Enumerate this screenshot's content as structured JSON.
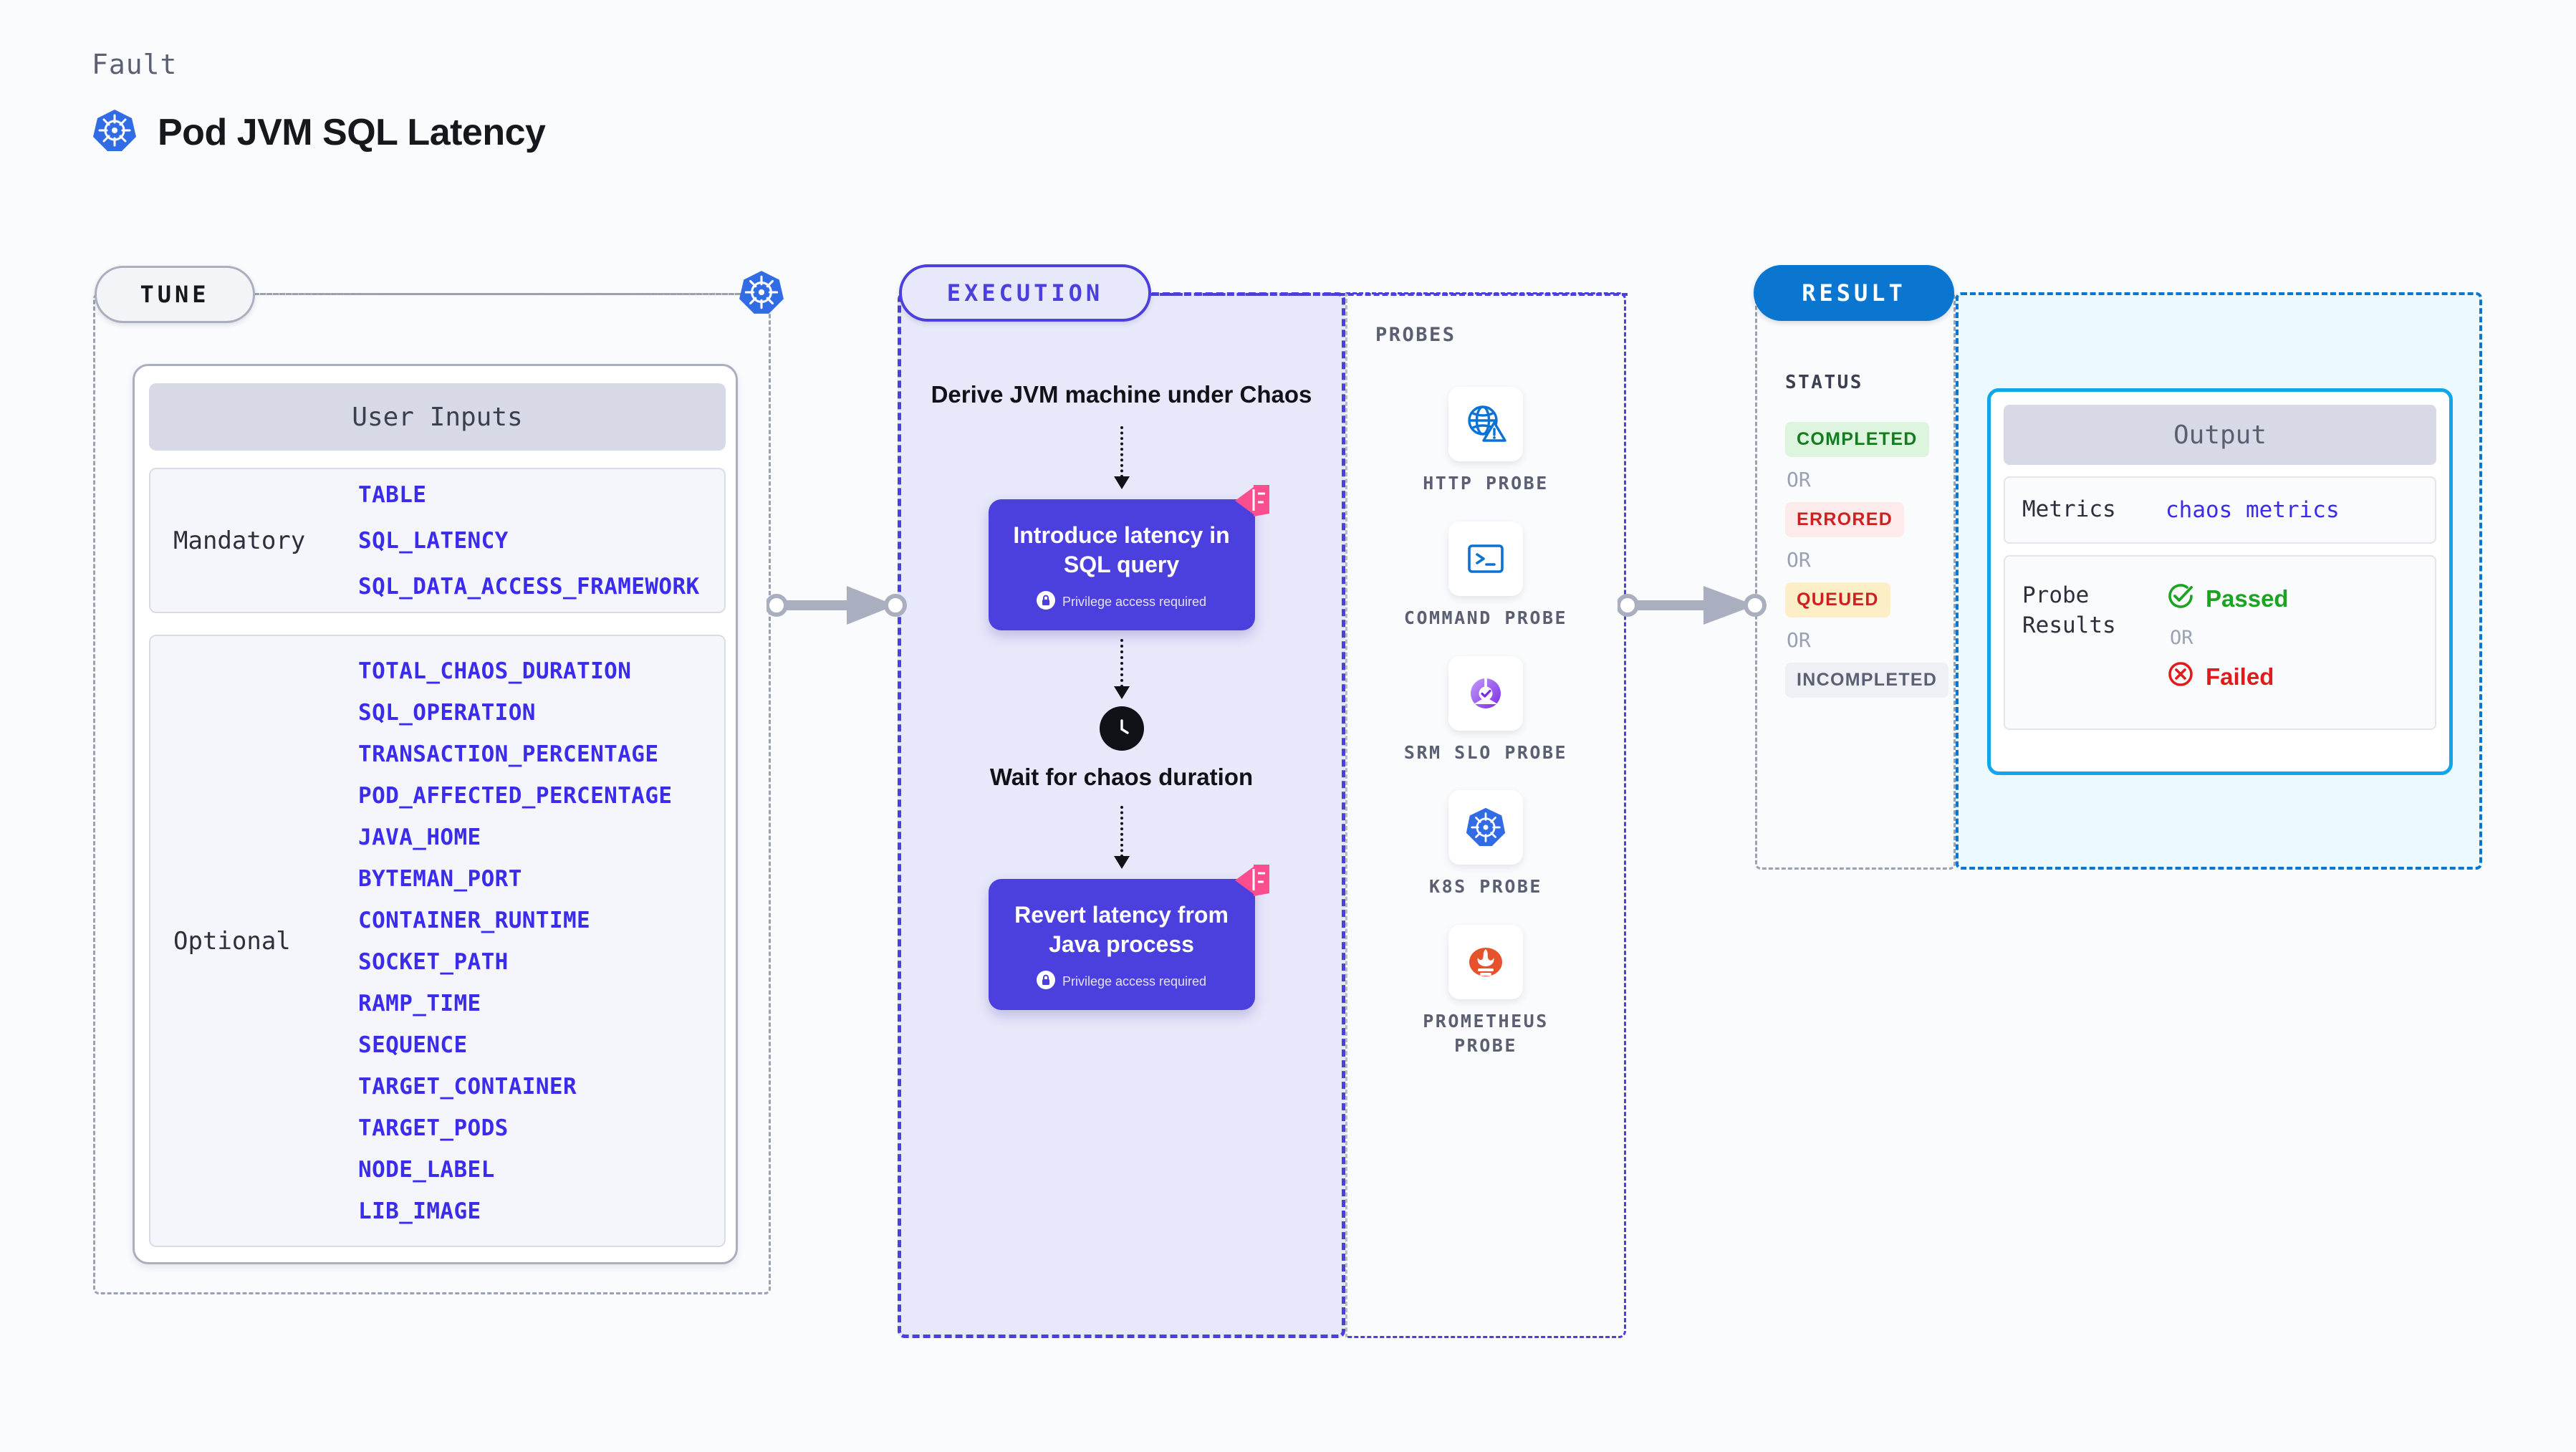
{
  "header": {
    "eyebrow": "Fault",
    "title": "Pod JVM SQL Latency",
    "icon": "kubernetes-icon"
  },
  "tune": {
    "badge": "TUNE",
    "card_title": "User Inputs",
    "groups": [
      {
        "label": "Mandatory",
        "params": [
          "TABLE",
          "SQL_LATENCY",
          "SQL_DATA_ACCESS_FRAMEWORK"
        ]
      },
      {
        "label": "Optional",
        "params": [
          "TOTAL_CHAOS_DURATION",
          "SQL_OPERATION",
          "TRANSACTION_PERCENTAGE",
          "POD_AFFECTED_PERCENTAGE",
          "JAVA_HOME",
          "BYTEMAN_PORT",
          "CONTAINER_RUNTIME",
          "SOCKET_PATH",
          "RAMP_TIME",
          "SEQUENCE",
          "TARGET_CONTAINER",
          "TARGET_PODS",
          "NODE_LABEL",
          "LIB_IMAGE"
        ]
      }
    ]
  },
  "execution": {
    "badge": "EXECUTION",
    "step1_text": "Derive JVM machine under Chaos",
    "card1_title": "Introduce latency in SQL query",
    "card1_note": "Privilege access required",
    "wait_text": "Wait for chaos duration",
    "card2_title": "Revert latency from Java process",
    "card2_note": "Privilege access required",
    "lock_icon": "lock-icon",
    "clock_icon": "clock-icon",
    "flag_icon": "chaos-flag-icon"
  },
  "probes": {
    "label": "PROBES",
    "items": [
      {
        "name": "HTTP PROBE",
        "icon": "globe-warning-icon"
      },
      {
        "name": "COMMAND PROBE",
        "icon": "terminal-icon"
      },
      {
        "name": "SRM SLO PROBE",
        "icon": "slo-gauge-icon"
      },
      {
        "name": "K8S PROBE",
        "icon": "kubernetes-icon"
      },
      {
        "name": "PROMETHEUS PROBE",
        "icon": "prometheus-icon"
      }
    ]
  },
  "result": {
    "badge": "RESULT",
    "status_label": "STATUS",
    "or_text": "OR",
    "statuses": [
      {
        "text": "COMPLETED",
        "color": "#147c1f",
        "bg": "#ddf5df"
      },
      {
        "text": "ERRORED",
        "color": "#cf2020",
        "bg": "#fdeaea"
      },
      {
        "text": "QUEUED",
        "color": "#cf2020",
        "bg": "#fcefc8"
      },
      {
        "text": "INCOMPLETED",
        "color": "#5a6072",
        "bg": "#eef0f5"
      }
    ],
    "output": {
      "title": "Output",
      "metrics_key": "Metrics",
      "metrics_value": "chaos metrics",
      "probe_key": "Probe Results",
      "passed_text": "Passed",
      "passed_color": "#1aa421",
      "failed_text": "Failed",
      "failed_color": "#e01b1b",
      "or_text": "OR",
      "passed_icon": "check-circle-icon",
      "failed_icon": "x-circle-icon"
    }
  },
  "colors": {
    "purple": "#4b3fdd",
    "param_blue": "#3b2bea",
    "result_blue": "#0b76d0",
    "output_cyan": "#12a6e8",
    "pink": "#fb4e8e"
  }
}
